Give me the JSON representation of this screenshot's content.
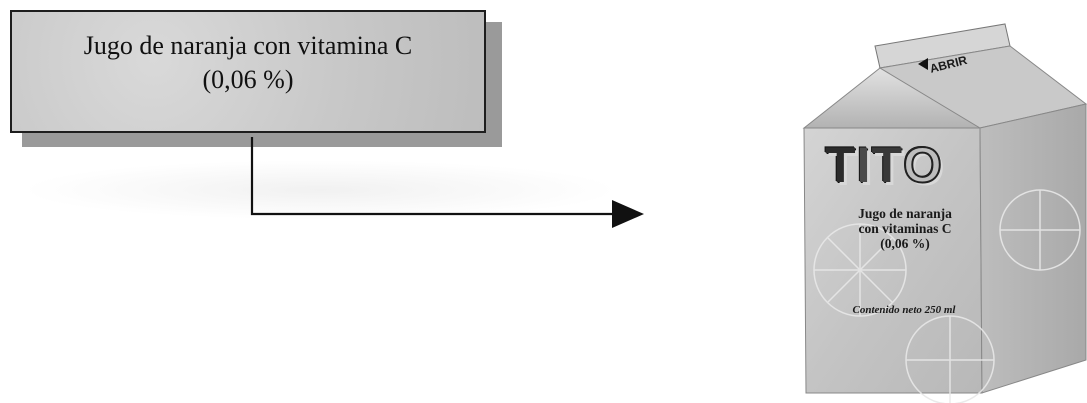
{
  "label": {
    "line1": "Jugo de naranja con vitamina C",
    "line2": "(0,06 %)"
  },
  "carton": {
    "open_tab": "ABRIR",
    "brand": [
      "T",
      "I",
      "T",
      "O"
    ],
    "product_line1": "Jugo de naranja",
    "product_line2": "con vitaminas C",
    "product_line3": "(0,06 %)",
    "net_content": "Contenido neto 250 ml"
  },
  "colors": {
    "box_fill": "#c8c8c8",
    "box_border": "#1e1e1e",
    "arrow": "#111111",
    "carton_front": "#c9c9c9",
    "carton_side": "#b4b4b4"
  }
}
